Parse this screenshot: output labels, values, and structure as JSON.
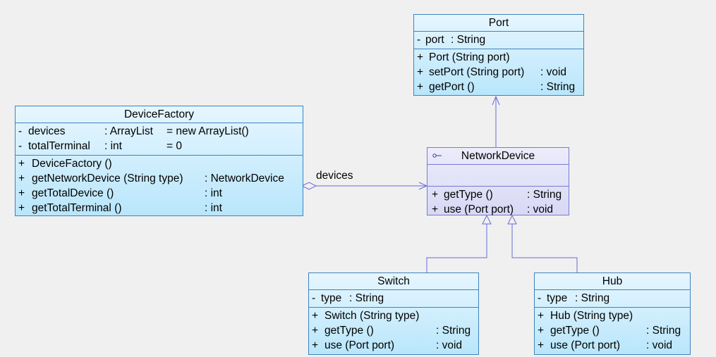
{
  "association_label": "devices",
  "classes": {
    "port": {
      "name": "Port",
      "attributes": [
        {
          "vis": "-",
          "name": "port",
          "type": ": String"
        }
      ],
      "operations": [
        {
          "vis": "+",
          "name": "Port (String port)",
          "type": ""
        },
        {
          "vis": "+",
          "name": "setPort (String port)",
          "type": ": void"
        },
        {
          "vis": "+",
          "name": "getPort ()",
          "type": ": String"
        }
      ]
    },
    "device_factory": {
      "name": "DeviceFactory",
      "attributes": [
        {
          "vis": "-",
          "name": "devices",
          "type": ": ArrayList",
          "init": "= new ArrayList()"
        },
        {
          "vis": "-",
          "name": "totalTerminal",
          "type": ": int",
          "init": "= 0"
        }
      ],
      "operations": [
        {
          "vis": "+",
          "name": "DeviceFactory ()",
          "type": ""
        },
        {
          "vis": "+",
          "name": "getNetworkDevice (String type)",
          "type": ": NetworkDevice"
        },
        {
          "vis": "+",
          "name": "getTotalDevice ()",
          "type": ": int"
        },
        {
          "vis": "+",
          "name": "getTotalTerminal ()",
          "type": ": int"
        }
      ]
    },
    "network_device": {
      "name": "NetworkDevice",
      "operations": [
        {
          "vis": "+",
          "name": "getType ()",
          "type": ": String"
        },
        {
          "vis": "+",
          "name": "use (Port port)",
          "type": ": void"
        }
      ]
    },
    "switch": {
      "name": "Switch",
      "attributes": [
        {
          "vis": "-",
          "name": "type",
          "type": ": String"
        }
      ],
      "operations": [
        {
          "vis": "+",
          "name": "Switch (String type)",
          "type": ""
        },
        {
          "vis": "+",
          "name": "getType ()",
          "type": ": String"
        },
        {
          "vis": "+",
          "name": "use (Port port)",
          "type": ": void"
        }
      ]
    },
    "hub": {
      "name": "Hub",
      "attributes": [
        {
          "vis": "-",
          "name": "type",
          "type": ": String"
        }
      ],
      "operations": [
        {
          "vis": "+",
          "name": "Hub (String type)",
          "type": ""
        },
        {
          "vis": "+",
          "name": "getType ()",
          "type": ": String"
        },
        {
          "vis": "+",
          "name": "use (Port port)",
          "type": ": void"
        }
      ]
    }
  },
  "colors": {
    "class_border": "#3e83c0",
    "interface_border": "#7a7ad0",
    "connector": "#6a6ad8"
  }
}
